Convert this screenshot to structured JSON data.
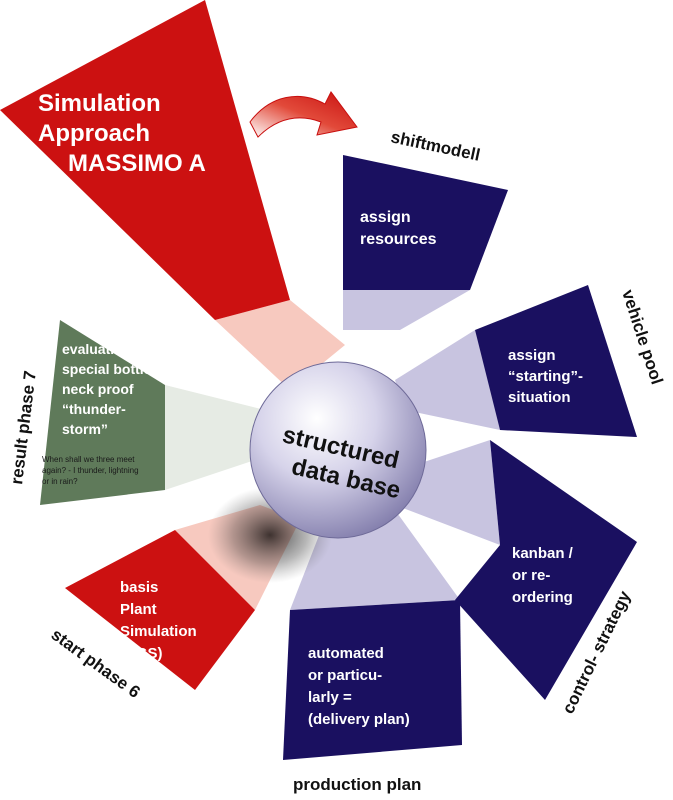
{
  "colors": {
    "red": "#cc1111",
    "red_light": "#f7c9bf",
    "navy": "#1a1060",
    "lavender": "#c8c4e0",
    "green": "#5f7a5a",
    "green_light": "#e6ebe4",
    "sphere": "#a8a4c8"
  },
  "center": {
    "line1": "structured",
    "line2": "data base"
  },
  "title": {
    "line1": "Simulation",
    "line2": "Approach",
    "line3": "MASSIMO A"
  },
  "segments": {
    "shift": {
      "outer": "shiftmodell",
      "lines": [
        "assign",
        "resources"
      ]
    },
    "vehicle": {
      "outer": "vehicle pool",
      "lines": [
        "assign",
        "“starting”-",
        "situation"
      ]
    },
    "control": {
      "outer": "control- strategy",
      "lines": [
        "kanban /",
        "or re-",
        "ordering"
      ]
    },
    "production": {
      "outer": "production plan",
      "lines": [
        "automated",
        "or particu-",
        "larly  =",
        "(delivery plan)"
      ]
    },
    "start": {
      "outer": "start  phase 6",
      "lines": [
        "basis",
        "Plant",
        "Simulation",
        "(UGS)"
      ]
    },
    "result": {
      "outer": "result phase 7",
      "lines": [
        "evaluation-",
        "special bottle-",
        "neck proof",
        "“thunder-",
        "storm”"
      ],
      "small": [
        "When shall we three meet",
        "again? - I thunder, lightning",
        "or in rain?"
      ]
    }
  }
}
